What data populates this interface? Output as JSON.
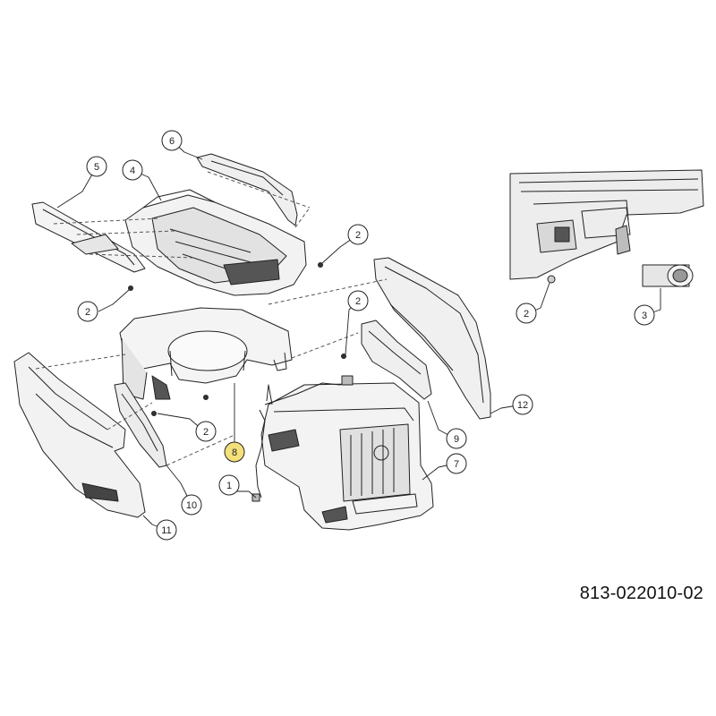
{
  "drawing_number": "813-022010-02",
  "highlight_color": "#f3e07a",
  "callouts": [
    {
      "id": "c1",
      "label": "1"
    },
    {
      "id": "c2a",
      "label": "2"
    },
    {
      "id": "c2b",
      "label": "2"
    },
    {
      "id": "c2c",
      "label": "2"
    },
    {
      "id": "c2d",
      "label": "2"
    },
    {
      "id": "c2e",
      "label": "2"
    },
    {
      "id": "c3",
      "label": "3"
    },
    {
      "id": "c4",
      "label": "4"
    },
    {
      "id": "c5",
      "label": "5"
    },
    {
      "id": "c6",
      "label": "6"
    },
    {
      "id": "c7",
      "label": "7"
    },
    {
      "id": "c8",
      "label": "8",
      "highlighted": true
    },
    {
      "id": "c9",
      "label": "9"
    },
    {
      "id": "c10",
      "label": "10"
    },
    {
      "id": "c11",
      "label": "11"
    },
    {
      "id": "c12",
      "label": "12"
    }
  ]
}
